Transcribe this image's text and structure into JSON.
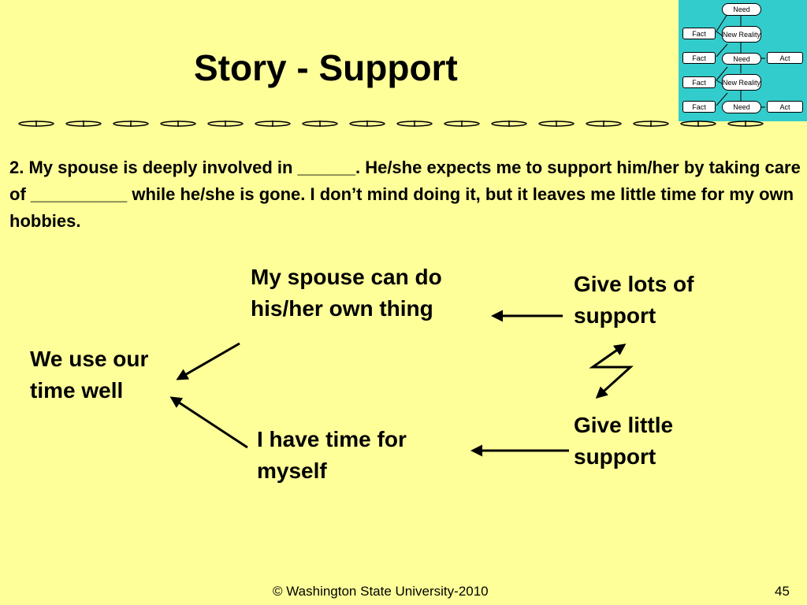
{
  "slide": {
    "title": "Story - Support",
    "paragraph": "2.  My spouse is deeply involved in ______.  He/she expects me to support him/her by taking care of __________ while he/she is gone.  I don’t mind doing it, but it leaves me little time for my own hobbies.",
    "nodes": {
      "we_use_time": "We use our time well",
      "spouse_own_thing": "My spouse can do his/her own thing",
      "time_for_myself": "I have time for myself",
      "lots_support": "Give lots of support",
      "little_support": "Give little support"
    },
    "footer": "© Washington State University-2010",
    "page_number": "45"
  },
  "mini_diagram": {
    "need": "Need",
    "fact": "Fact",
    "new_reality": "New Reality",
    "act": "Act"
  },
  "colors": {
    "background": "#ffff99",
    "mini_diagram_bg": "#33cccc"
  }
}
